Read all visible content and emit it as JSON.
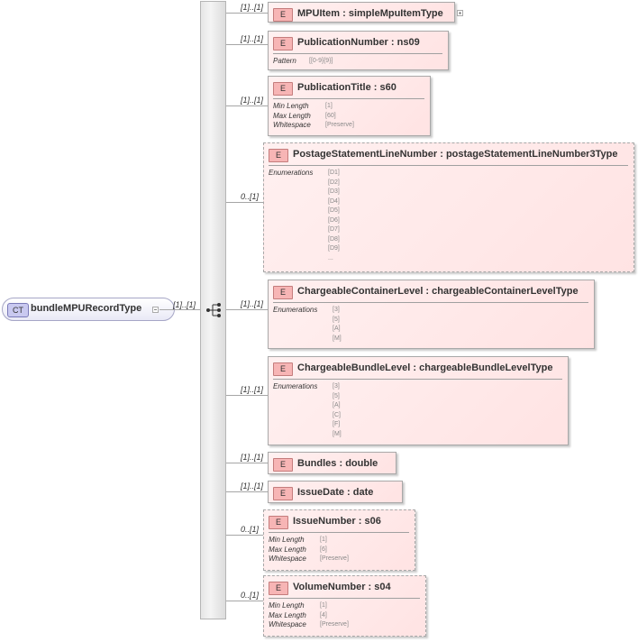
{
  "complex_type": {
    "badge": "CT",
    "name": "bundleMPURecordType"
  },
  "main_multiplicity": "[1]..[1]",
  "elements": [
    {
      "badge": "E",
      "name": "MPUItem",
      "type": "simpleMpuItemType",
      "multiplicity": "[1]..[1]",
      "optional": false,
      "expand": true,
      "facets": []
    },
    {
      "badge": "E",
      "name": "PublicationNumber",
      "type": "ns09",
      "multiplicity": "[1]..[1]",
      "optional": false,
      "facets": [
        {
          "label": "Pattern",
          "values": [
            "[[0-9]{9}]"
          ]
        }
      ]
    },
    {
      "badge": "E",
      "name": "PublicationTitle",
      "type": "s60",
      "multiplicity": "[1]..[1]",
      "optional": false,
      "facets": [
        {
          "label": "Min Length",
          "values": [
            "[1]"
          ]
        },
        {
          "label": "Max Length",
          "values": [
            "[60]"
          ]
        },
        {
          "label": "Whitespace",
          "values": [
            "[Preserve]"
          ]
        }
      ]
    },
    {
      "badge": "E",
      "name": "PostageStatementLineNumber",
      "type": "postageStatementLineNumber3Type",
      "multiplicity": "0..[1]",
      "optional": true,
      "facets": [
        {
          "label": "Enumerations",
          "values": [
            "[D1]",
            "[D2]",
            "[D3]",
            "[D4]",
            "[D5]",
            "[D6]",
            "[D7]",
            "[D8]",
            "[D9]",
            "..."
          ]
        }
      ]
    },
    {
      "badge": "E",
      "name": "ChargeableContainerLevel",
      "type": "chargeableContainerLevelType",
      "multiplicity": "[1]..[1]",
      "optional": false,
      "facets": [
        {
          "label": "Enumerations",
          "values": [
            "[3]",
            "[5]",
            "[A]",
            "[M]"
          ]
        }
      ]
    },
    {
      "badge": "E",
      "name": "ChargeableBundleLevel",
      "type": "chargeableBundleLevelType",
      "multiplicity": "[1]..[1]",
      "optional": false,
      "facets": [
        {
          "label": "Enumerations",
          "values": [
            "[3]",
            "[5]",
            "[A]",
            "[C]",
            "[F]",
            "[M]"
          ]
        }
      ]
    },
    {
      "badge": "E",
      "name": "Bundles",
      "type": "double",
      "multiplicity": "[1]..[1]",
      "optional": false,
      "facets": []
    },
    {
      "badge": "E",
      "name": "IssueDate",
      "type": "date",
      "multiplicity": "[1]..[1]",
      "optional": false,
      "facets": []
    },
    {
      "badge": "E",
      "name": "IssueNumber",
      "type": "s06",
      "multiplicity": "0..[1]",
      "optional": true,
      "facets": [
        {
          "label": "Min Length",
          "values": [
            "[1]"
          ]
        },
        {
          "label": "Max Length",
          "values": [
            "[6]"
          ]
        },
        {
          "label": "Whitespace",
          "values": [
            "[Preserve]"
          ]
        }
      ]
    },
    {
      "badge": "E",
      "name": "VolumeNumber",
      "type": "s04",
      "multiplicity": "0..[1]",
      "optional": true,
      "facets": [
        {
          "label": "Min Length",
          "values": [
            "[1]"
          ]
        },
        {
          "label": "Max Length",
          "values": [
            "[4]"
          ]
        },
        {
          "label": "Whitespace",
          "values": [
            "[Preserve]"
          ]
        }
      ]
    }
  ]
}
